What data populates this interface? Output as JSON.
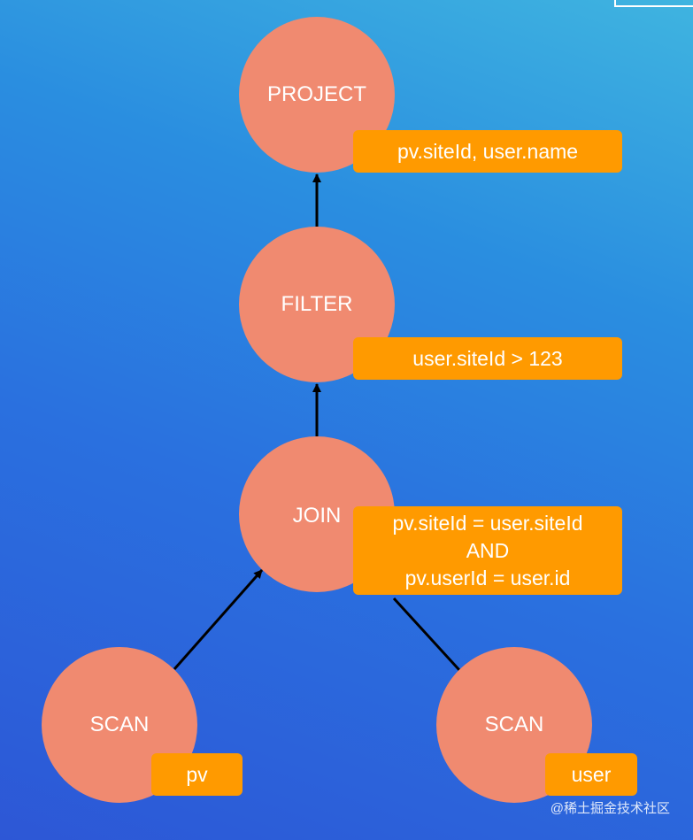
{
  "diagram": {
    "nodes": {
      "project": {
        "label": "PROJECT",
        "annotation": [
          "pv.siteId, user.name"
        ]
      },
      "filter": {
        "label": "FILTER",
        "annotation": [
          "user.siteId > 123"
        ]
      },
      "join": {
        "label": "JOIN",
        "annotation": [
          "pv.siteId = user.siteId",
          "AND",
          "pv.userId = user.id"
        ]
      },
      "scan_pv": {
        "label": "SCAN",
        "annotation": [
          "pv"
        ]
      },
      "scan_user": {
        "label": "SCAN",
        "annotation": [
          "user"
        ]
      }
    },
    "edges": [
      {
        "from": "filter",
        "to": "project"
      },
      {
        "from": "join",
        "to": "filter"
      },
      {
        "from": "scan_pv",
        "to": "join"
      },
      {
        "from": "scan_user",
        "to": "join"
      }
    ]
  },
  "watermark": "@稀土掘金技术社区",
  "colors": {
    "node_fill": "#f08a70",
    "tag_fill": "#ff9a00",
    "edge": "#000000"
  }
}
